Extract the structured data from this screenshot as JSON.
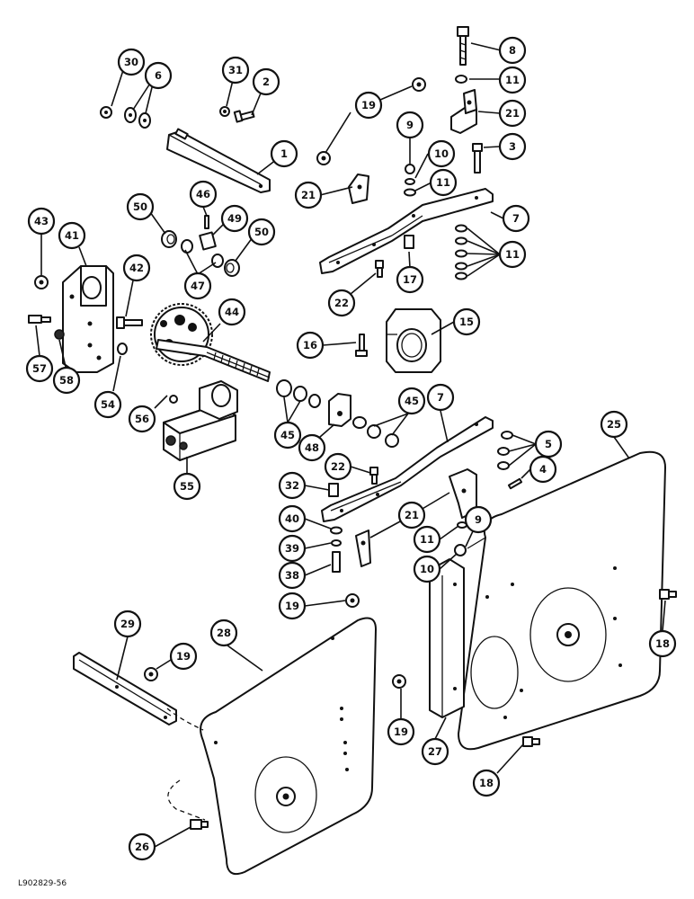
{
  "diagram": {
    "reference_code": "L902829-56",
    "callouts": [
      {
        "id": "c30",
        "label": "30"
      },
      {
        "id": "c6",
        "label": "6"
      },
      {
        "id": "c31",
        "label": "31"
      },
      {
        "id": "c2",
        "label": "2"
      },
      {
        "id": "c1",
        "label": "1"
      },
      {
        "id": "c8",
        "label": "8"
      },
      {
        "id": "c11a",
        "label": "11"
      },
      {
        "id": "c21a",
        "label": "21"
      },
      {
        "id": "c19a",
        "label": "19"
      },
      {
        "id": "c9a",
        "label": "9"
      },
      {
        "id": "c10a",
        "label": "10"
      },
      {
        "id": "c3",
        "label": "3"
      },
      {
        "id": "c11b",
        "label": "11"
      },
      {
        "id": "c21b",
        "label": "21"
      },
      {
        "id": "c7a",
        "label": "7"
      },
      {
        "id": "c11c",
        "label": "11"
      },
      {
        "id": "c17",
        "label": "17"
      },
      {
        "id": "c22a",
        "label": "22"
      },
      {
        "id": "c15",
        "label": "15"
      },
      {
        "id": "c16",
        "label": "16"
      },
      {
        "id": "c43",
        "label": "43"
      },
      {
        "id": "c41",
        "label": "41"
      },
      {
        "id": "c50a",
        "label": "50"
      },
      {
        "id": "c46",
        "label": "46"
      },
      {
        "id": "c49",
        "label": "49"
      },
      {
        "id": "c50b",
        "label": "50"
      },
      {
        "id": "c47",
        "label": "47"
      },
      {
        "id": "c42",
        "label": "42"
      },
      {
        "id": "c44",
        "label": "44"
      },
      {
        "id": "c57",
        "label": "57"
      },
      {
        "id": "c58",
        "label": "58"
      },
      {
        "id": "c54",
        "label": "54"
      },
      {
        "id": "c56",
        "label": "56"
      },
      {
        "id": "c55",
        "label": "55"
      },
      {
        "id": "c45a",
        "label": "45"
      },
      {
        "id": "c48",
        "label": "48"
      },
      {
        "id": "c45b",
        "label": "45"
      },
      {
        "id": "c7b",
        "label": "7"
      },
      {
        "id": "c25",
        "label": "25"
      },
      {
        "id": "c5",
        "label": "5"
      },
      {
        "id": "c4",
        "label": "4"
      },
      {
        "id": "c22b",
        "label": "22"
      },
      {
        "id": "c32",
        "label": "32"
      },
      {
        "id": "c21c",
        "label": "21"
      },
      {
        "id": "c40",
        "label": "40"
      },
      {
        "id": "c9b",
        "label": "9"
      },
      {
        "id": "c11d",
        "label": "11"
      },
      {
        "id": "c39",
        "label": "39"
      },
      {
        "id": "c10b",
        "label": "10"
      },
      {
        "id": "c38",
        "label": "38"
      },
      {
        "id": "c19b",
        "label": "19"
      },
      {
        "id": "c18a",
        "label": "18"
      },
      {
        "id": "c29",
        "label": "29"
      },
      {
        "id": "c28",
        "label": "28"
      },
      {
        "id": "c19c",
        "label": "19"
      },
      {
        "id": "c19d",
        "label": "19"
      },
      {
        "id": "c27",
        "label": "27"
      },
      {
        "id": "c18b",
        "label": "18"
      },
      {
        "id": "c26",
        "label": "26"
      }
    ]
  }
}
